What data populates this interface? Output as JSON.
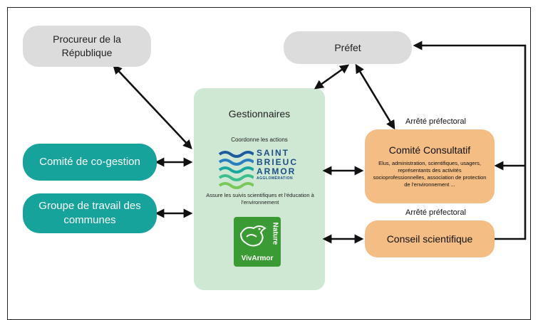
{
  "nodes": {
    "procureur": "Procureur de la\nRépublique",
    "prefet": "Préfet",
    "cogestion": "Comité de co-gestion",
    "groupe": "Groupe de travail des\ncommunes",
    "comite_consultatif": {
      "title": "Comité Consultatif",
      "desc": "Elus, administration, scientifiques, usagers, représentants des activités socioprofessionnelles, association de protection de l'environnement ..."
    },
    "conseil": "Conseil scientifique"
  },
  "labels": {
    "arrete1": "Arrêté préfectoral",
    "arrete2": "Arrêté préfectoral"
  },
  "center": {
    "title": "Gestionnaires",
    "coord": "Coordonne les actions",
    "sba_logo": [
      "SAINT",
      "BRIEUC",
      "ARMOR",
      "AGGLOMÉRATION"
    ],
    "assure": "Assure les suivis scientifiques et l'éducation à l'environnement",
    "vivarmor_logo": [
      "Nature",
      "VivArmor"
    ]
  },
  "colors": {
    "grey_node": "#dcdcdc",
    "teal_node": "#15a39b",
    "orange_node": "#f4bd83",
    "center_panel": "#cfe8d3",
    "vivarmor_green": "#3a9a34"
  }
}
